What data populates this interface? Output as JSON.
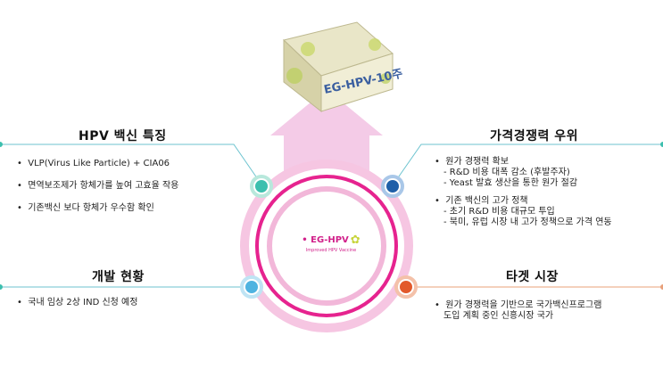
{
  "product_box": {
    "label": "EG-HPV-10주"
  },
  "center": {
    "brand": "• EG-HPV",
    "tagline": "Improved HPV Vaccine"
  },
  "sections": {
    "features": {
      "title": "HPV 백신 특징",
      "bullets": [
        "VLP(Virus Like Particle) + CIA06",
        "면역보조제가 항체가를 높여 고효율 작용",
        "기존백신 보다 항체가 우수함 확인"
      ]
    },
    "price": {
      "title": "가격경쟁력 우위",
      "groups": [
        {
          "head": "원가 경쟁력 확보",
          "subs": [
            "- R&D 비용 대폭 감소 (후발주자)",
            "- Yeast 발효 생산을 통한 원가 절감"
          ]
        },
        {
          "head": "기존 백신의 고가 정책",
          "subs": [
            "- 초기 R&D 비용 대규모 투입",
            "- 북미, 유럽 시장 내 고가 정책으로 가격 연동"
          ]
        }
      ]
    },
    "development": {
      "title": "개발 현황",
      "bullets": [
        "국내 임상 2상 IND 신청 예정"
      ]
    },
    "target": {
      "title": "타겟 시장",
      "bullets": [
        "원가 경쟁력을 기반으로 국가백신프로그램",
        "도입 계획 중인 신흥시장 국가"
      ]
    }
  },
  "colors": {
    "teal": "#3cbfae",
    "blue": "#1f5fa8",
    "light_blue": "#4fb3e0",
    "orange": "#e2592b",
    "magenta": "#e6238f",
    "pink": "#f6c6e2",
    "arrow": "#f2cbe6",
    "line": "#6cc3cf"
  }
}
